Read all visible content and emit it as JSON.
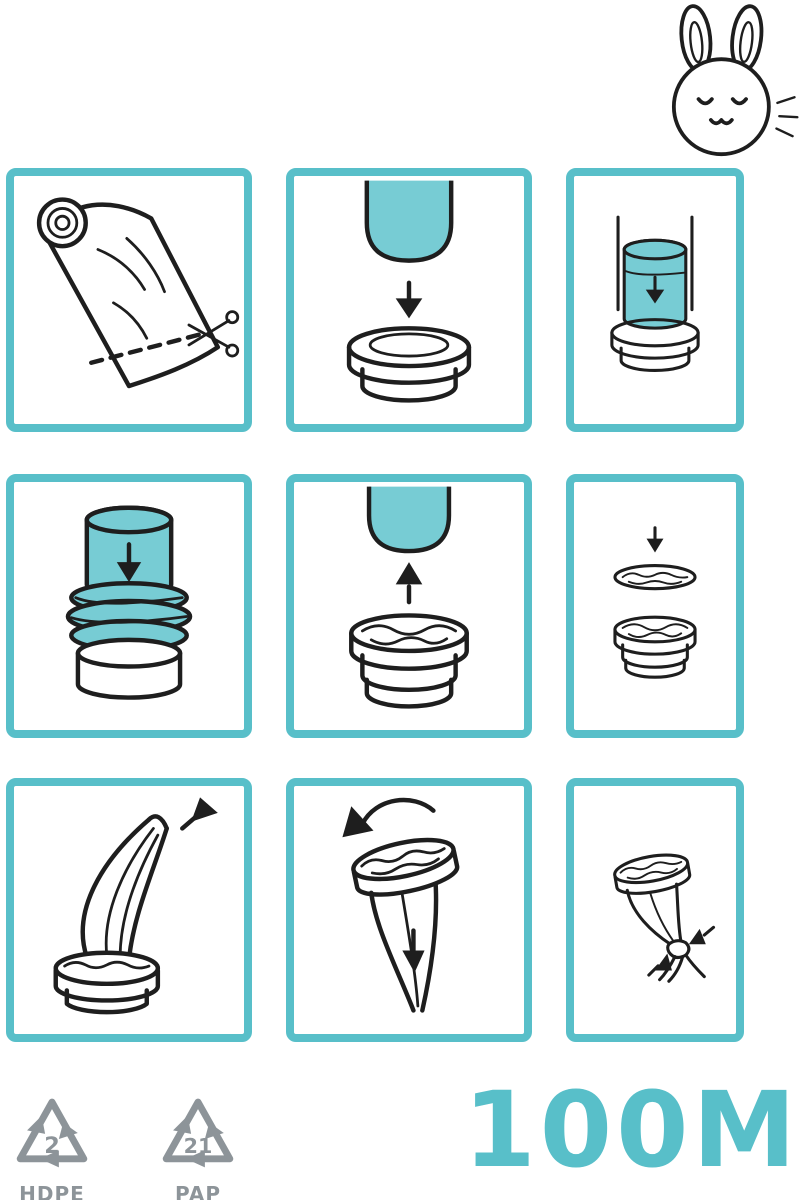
{
  "brand": {
    "mascot_icon": "rabbit-mascot-icon"
  },
  "instructions": {
    "panel_icons": [
      "cut-film-from-roll-icon",
      "drop-film-into-cup-icon",
      "push-film-down-tube-icon",
      "press-film-into-cassette-icon",
      "lift-tube-off-cassette-icon",
      "place-lid-on-cassette-icon",
      "pull-bag-out-icon",
      "push-bag-through-cassette-icon",
      "tie-knot-in-bag-icon"
    ]
  },
  "footer": {
    "length_label": "100M",
    "recycling_marks": [
      {
        "code": "2",
        "material": "HDPE",
        "icon": "recycling-triangle-icon"
      },
      {
        "code": "21",
        "material": "PAP",
        "icon": "recycling-triangle-icon"
      }
    ]
  },
  "colors": {
    "accent_teal": "#58bfc9",
    "drawing_fill_teal": "#77ccd4",
    "line_black": "#1e1e1e",
    "recycle_gray": "#8d9499"
  }
}
